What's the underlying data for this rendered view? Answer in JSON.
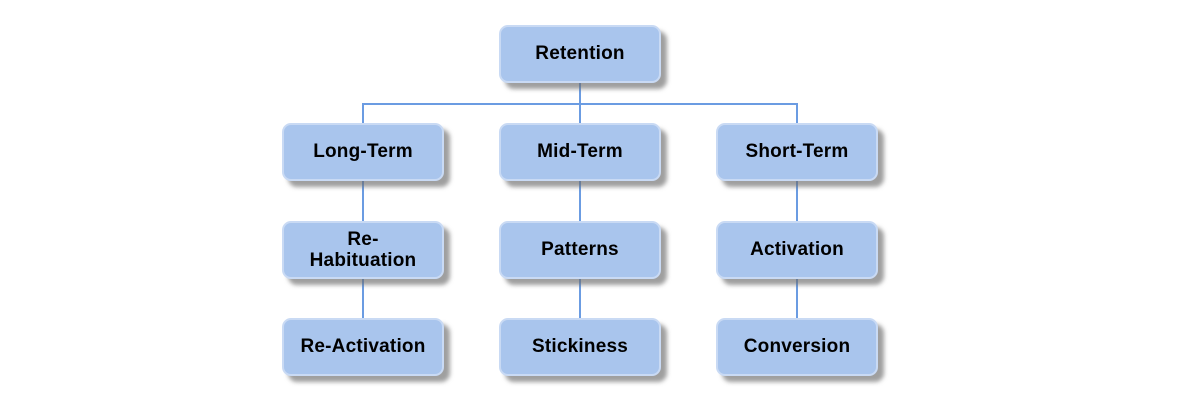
{
  "colors": {
    "box-fill": "#a9c5ed",
    "box-border": "#c9daf4",
    "edge-line": "#6b9ce2",
    "node-text": "#000000",
    "canvas-bg": "#ffffff",
    "shadow": "rgba(107,107,107,0.65)"
  },
  "tree": {
    "root": {
      "label": "Retention"
    },
    "branches": [
      {
        "label": "Long-Term",
        "children": [
          {
            "label": "Re-Habituation"
          },
          {
            "label": "Re-Activation"
          }
        ]
      },
      {
        "label": "Mid-Term",
        "children": [
          {
            "label": "Patterns"
          },
          {
            "label": "Stickiness"
          }
        ]
      },
      {
        "label": "Short-Term",
        "children": [
          {
            "label": "Activation"
          },
          {
            "label": "Conversion"
          }
        ]
      }
    ]
  }
}
